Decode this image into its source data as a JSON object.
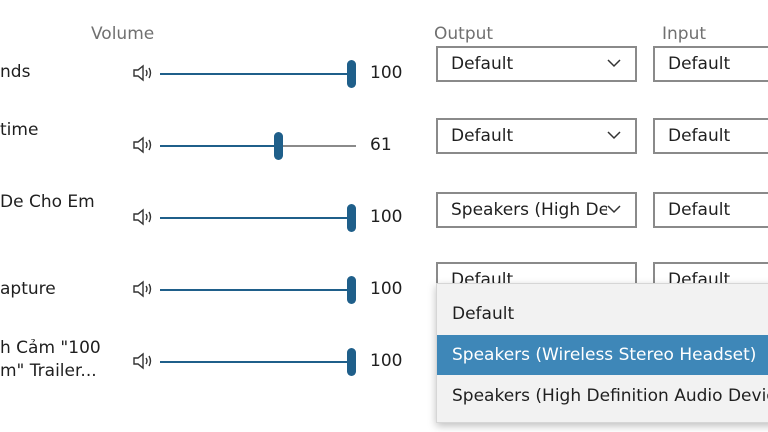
{
  "headers": {
    "volume": "Volume",
    "output": "Output",
    "input": "Input"
  },
  "colors": {
    "accent": "#1f5f8a",
    "highlight": "#3e87b8",
    "track": "#8a8a8a"
  },
  "rows": [
    {
      "app_lines": [
        "nds"
      ],
      "volume": 100,
      "output": "Default",
      "input": "Default"
    },
    {
      "app_lines": [
        "time"
      ],
      "volume": 61,
      "output": "Default",
      "input": "Default"
    },
    {
      "app_lines": [
        "De Cho Em"
      ],
      "volume": 100,
      "output": "Speakers (High De",
      "input": "Default"
    },
    {
      "app_lines": [
        "apture"
      ],
      "volume": 100,
      "output": "Default",
      "input": "Default"
    },
    {
      "app_lines": [
        "h Cảm \"100",
        "m\" Trailer..."
      ],
      "volume": 100,
      "output": "",
      "input": ""
    }
  ],
  "dropdown": {
    "options": [
      {
        "label": "Default",
        "selected": false
      },
      {
        "label": "Speakers (Wireless Stereo Headset)",
        "selected": true
      },
      {
        "label": "Speakers (High Definition Audio Device)",
        "selected": false
      }
    ]
  },
  "icons": {
    "volume": "speaker-icon",
    "chevron": "chevron-down-icon"
  }
}
